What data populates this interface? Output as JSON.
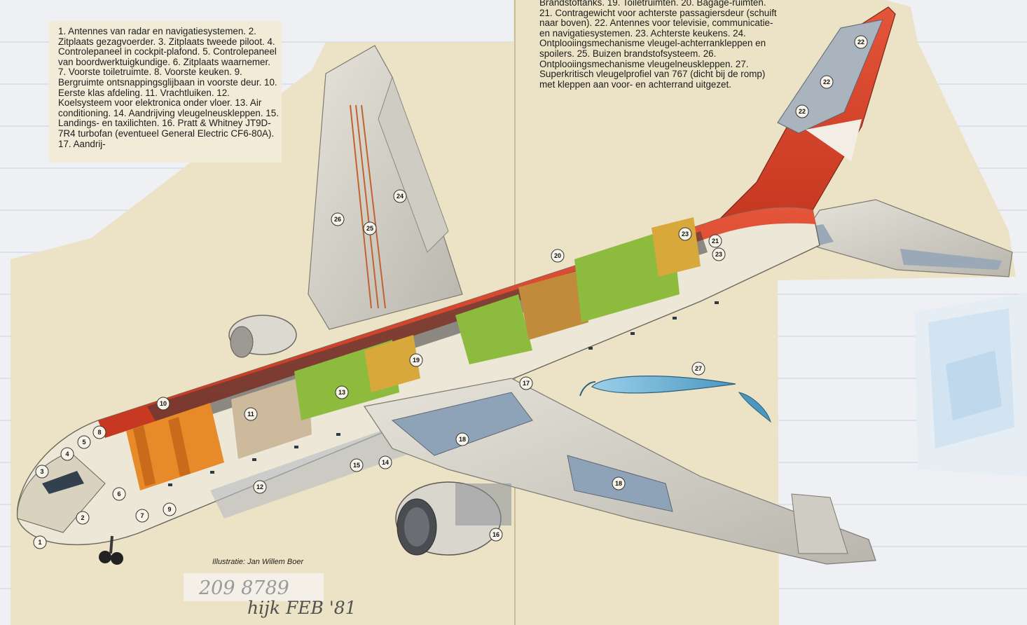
{
  "legend_left": "1. Antennes van radar en navigatiesystemen. 2. Zitplaats gezagvoerder. 3. Zitplaats tweede piloot. 4. Controlepaneel in cockpit-plafond. 5. Controlepaneel van boordwerktuigkundige. 6. Zitplaats waarnemer. 7. Voorste toiletruimte. 8. Voorste keuken. 9. Bergruimte ontsnappingsglijbaan in voorste deur. 10. Eerste klas afdeling. 11. Vrachtluiken. 12. Koelsysteem voor elektronica onder vloer. 13. Air conditioning. 14. Aandrijving vleugelneuskleppen. 15. Landings- en taxilichten. 16. Pratt & Whitney JT9D-7R4 turbofan (eventueel General Electric CF6-80A). 17. Aandrij-",
  "legend_right": "Brandstoftanks. 19. Toiletruimten. 20. Bagage-ruimten. 21. Contragewicht voor achterste passagiersdeur (schuift naar boven). 22. Antennes voor televisie, communicatie- en navigatiesystemen. 23. Achterste keukens. 24. Ontplooiingsmechanisme vleugel-achterrankleppen en spoilers. 25. Buizen brandstofsysteem. 26. Ontplooiingsmechanisme vleugelneuskleppen. 27. Superkritisch vleugelprofiel van 767 (dicht bij de romp) met kleppen aan voor- en achterrand uitgezet.",
  "credit": "Illustratie: Jan Willem Boer",
  "handwriting_1": "209 8789",
  "handwriting_2": "hijk FEB '81",
  "callouts": [
    {
      "num": "1"
    },
    {
      "num": "2"
    },
    {
      "num": "3"
    },
    {
      "num": "4"
    },
    {
      "num": "5"
    },
    {
      "num": "6"
    },
    {
      "num": "7"
    },
    {
      "num": "8"
    },
    {
      "num": "9"
    },
    {
      "num": "10"
    },
    {
      "num": "11"
    },
    {
      "num": "12"
    },
    {
      "num": "13"
    },
    {
      "num": "14"
    },
    {
      "num": "15"
    },
    {
      "num": "16"
    },
    {
      "num": "17"
    },
    {
      "num": "18"
    },
    {
      "num": "18"
    },
    {
      "num": "19"
    },
    {
      "num": "20"
    },
    {
      "num": "21"
    },
    {
      "num": "22"
    },
    {
      "num": "22"
    },
    {
      "num": "22"
    },
    {
      "num": "23"
    },
    {
      "num": "23"
    },
    {
      "num": "24"
    },
    {
      "num": "25"
    },
    {
      "num": "26"
    },
    {
      "num": "27"
    }
  ],
  "colors": {
    "paper": "#ece2c6",
    "fuselage_red": "#d9442a",
    "fuselage_white": "#ece7d6",
    "seat_green": "#8dbb3e",
    "seat_orange": "#e78a2a",
    "toilet_yellow": "#d9a83a",
    "profile_blue": "#6fb8da"
  }
}
